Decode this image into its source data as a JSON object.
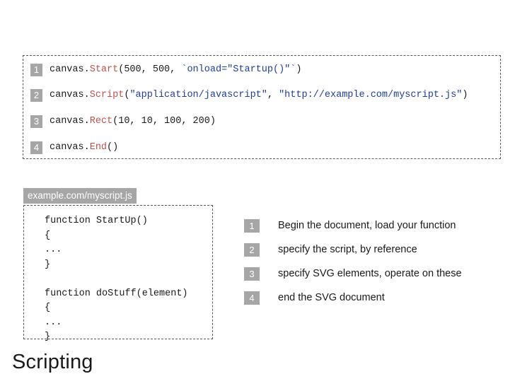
{
  "code_block": {
    "lines": [
      {
        "number": "1",
        "tokens": [
          {
            "text": "canvas.",
            "style": "plain"
          },
          {
            "text": "Start",
            "style": "fn"
          },
          {
            "text": "(500, 500, ",
            "style": "plain"
          },
          {
            "text": "`onload=\"Startup()\"`",
            "style": "str"
          },
          {
            "text": ")",
            "style": "plain"
          }
        ]
      },
      {
        "number": "2",
        "tokens": [
          {
            "text": "canvas.",
            "style": "plain"
          },
          {
            "text": "Script",
            "style": "fn"
          },
          {
            "text": "(",
            "style": "plain"
          },
          {
            "text": "\"application/javascript\"",
            "style": "str"
          },
          {
            "text": ", ",
            "style": "plain"
          },
          {
            "text": "\"http://example.com/myscript.js\"",
            "style": "str"
          },
          {
            "text": ")",
            "style": "plain"
          }
        ]
      },
      {
        "number": "3",
        "tokens": [
          {
            "text": "canvas.",
            "style": "plain"
          },
          {
            "text": "Rect",
            "style": "fn"
          },
          {
            "text": "(10, 10, 100, 200)",
            "style": "plain"
          }
        ]
      },
      {
        "number": "4",
        "tokens": [
          {
            "text": "canvas.",
            "style": "plain"
          },
          {
            "text": "End",
            "style": "fn"
          },
          {
            "text": "()",
            "style": "plain"
          }
        ]
      }
    ]
  },
  "file_label": "example.com/myscript.js",
  "js_source": "function StartUp()\n{\n...\n}\n\nfunction doStuff(element)\n{\n...\n}",
  "notes": [
    {
      "number": "1",
      "text": "Begin the document, load your function"
    },
    {
      "number": "2",
      "text": "specify the script, by reference"
    },
    {
      "number": "3",
      "text": "specify SVG elements, operate on these"
    },
    {
      "number": "4",
      "text": "end the SVG document"
    }
  ],
  "title": "Scripting",
  "colors": {
    "badge_gray": "#a6a6a6",
    "function_red": "#c0504d",
    "string_blue": "#1f3d99",
    "text_dark": "#1a1a1a",
    "dash_border": "#595959"
  }
}
